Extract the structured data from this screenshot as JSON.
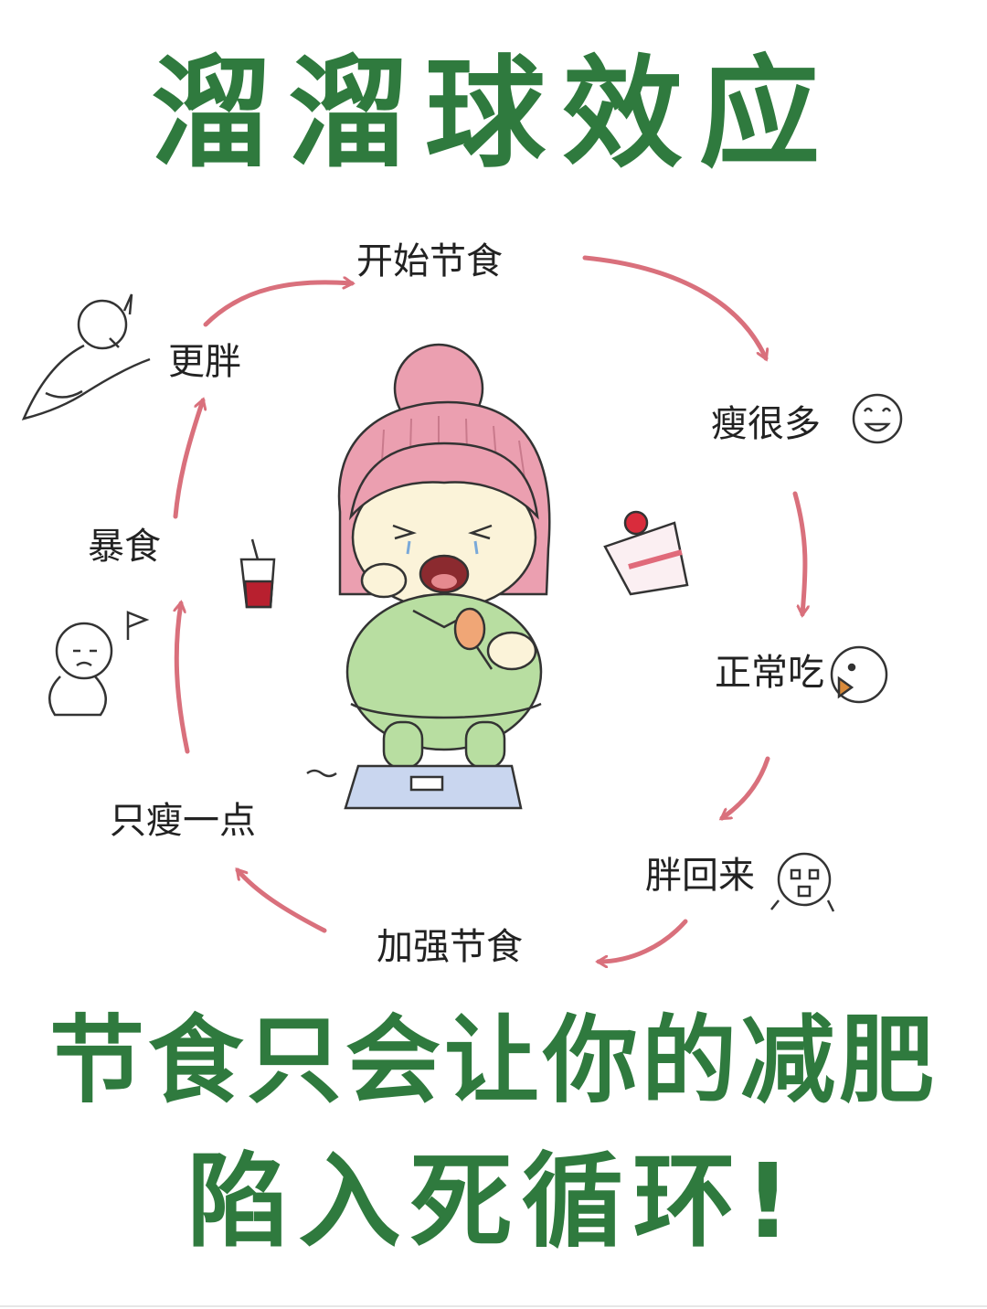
{
  "title": "溜溜球效应",
  "cycle": {
    "steps": [
      "开始节食",
      "瘦很多",
      "正常吃",
      "胖回来",
      "加强节食",
      "只瘦一点",
      "暴食",
      "更胖"
    ]
  },
  "bottom_text": {
    "line1": "节食只会让你的减肥",
    "line2": "陷入死循环!"
  },
  "colors": {
    "title_green": "#2f7a3e",
    "arrow_pink": "#d9707c",
    "hair_pink": "#eb9fb0",
    "shirt_green": "#b8dea1",
    "scale_blue": "#c9d6ef"
  },
  "icons": [
    "crying-girl-illustration",
    "cake-slice-icon",
    "drink-cup-icon",
    "scale-icon"
  ]
}
